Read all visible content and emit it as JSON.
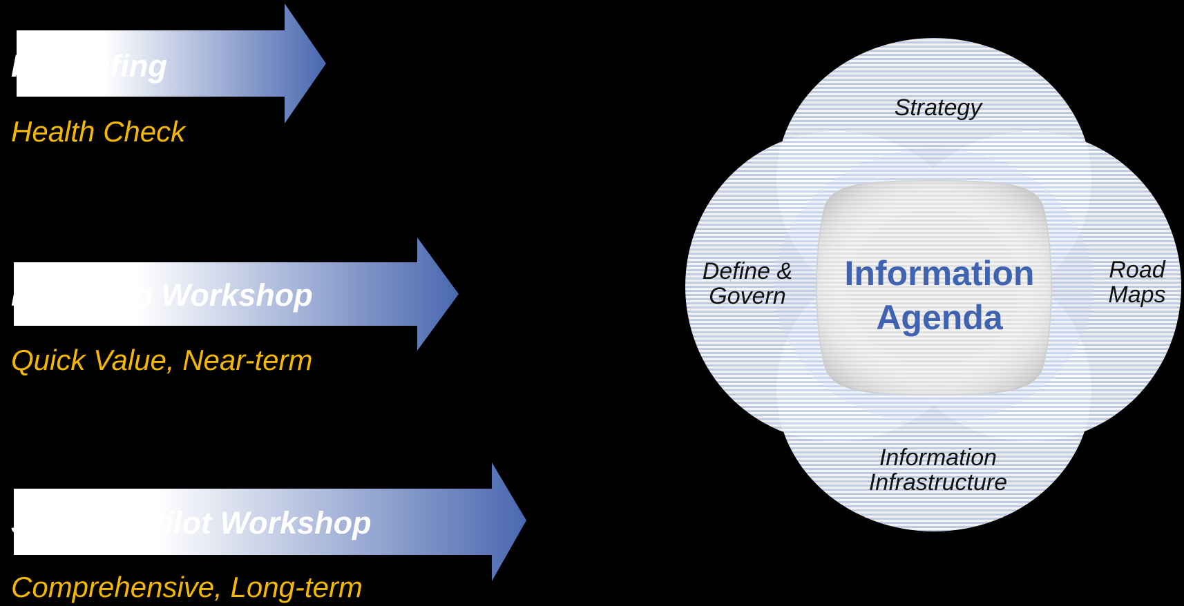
{
  "offerings": [
    {
      "title": "IA Briefing",
      "subtitle": "Health Check"
    },
    {
      "title": "Roadmap Workshop",
      "subtitle": "Quick Value, Near-term"
    },
    {
      "title": "Solution Pilot Workshop",
      "subtitle": "Comprehensive, Long-term"
    }
  ],
  "diagram": {
    "top": "Strategy",
    "left_line1": "Define &",
    "left_line2": "Govern",
    "right_line1": "Road",
    "right_line2": "Maps",
    "bottom_line1": "Information",
    "bottom_line2": "Infrastructure",
    "center_line1": "Information",
    "center_line2": "Agenda"
  },
  "colors": {
    "background": "#000000",
    "arrow_start": "#ffffff",
    "arrow_end": "#4a68b0",
    "subtitle": "#f5b800",
    "petal_fill": "#dde6f4",
    "center_text": "#3f63b0"
  }
}
